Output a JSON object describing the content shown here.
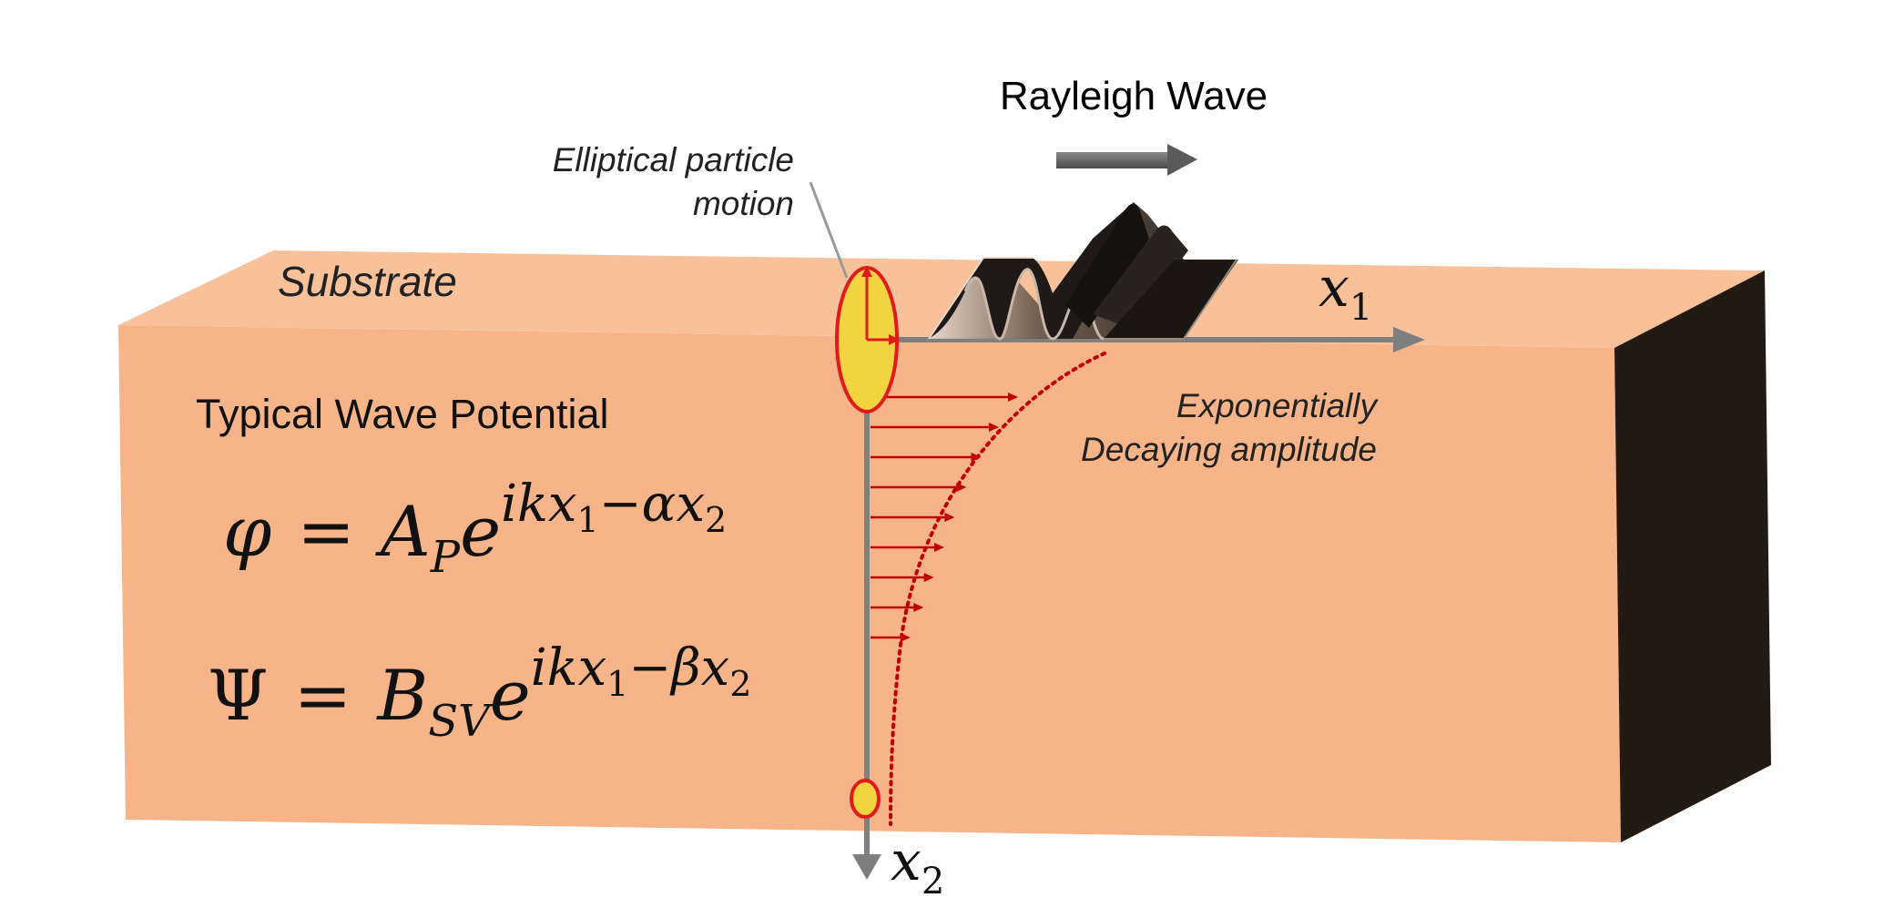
{
  "title": "Rayleigh Wave",
  "labels": {
    "substrate": "Substrate",
    "particle_motion_line1": "Elliptical particle",
    "particle_motion_line2": "motion",
    "decay_line1": "Exponentially",
    "decay_line2": "Decaying amplitude",
    "potential_heading": "Typical Wave Potential"
  },
  "axes": {
    "x1": {
      "symbol": "x",
      "subscript": "1"
    },
    "x2": {
      "symbol": "x",
      "subscript": "2"
    }
  },
  "equations": {
    "phi": {
      "lhs": "φ",
      "eq": "=",
      "coef": "A",
      "coef_sub": "P",
      "base": "e",
      "exp_pre": "ikx",
      "exp_sub1": "1",
      "exp_mid": "−αx",
      "exp_sub2": "2"
    },
    "psi": {
      "lhs": "Ψ",
      "eq": "=",
      "coef": "B",
      "coef_sub": "SV",
      "base": "e",
      "exp_pre": "ikx",
      "exp_sub1": "1",
      "exp_mid": "−βx",
      "exp_sub2": "2"
    }
  },
  "colors": {
    "substrate_front": "#f6b488",
    "substrate_top": "#f8c19a",
    "substrate_side": "#231a14",
    "axis": "#7f7f7f",
    "ellipse_fill": "#f2d340",
    "ellipse_stroke": "#e01b1b",
    "decay_arrows": "#c00000",
    "wave_dark": "#1f1a17"
  },
  "decay_arrow_amplitudes": [
    1.0,
    0.87,
    0.75,
    0.65,
    0.57,
    0.5,
    0.43,
    0.36,
    0.27
  ]
}
